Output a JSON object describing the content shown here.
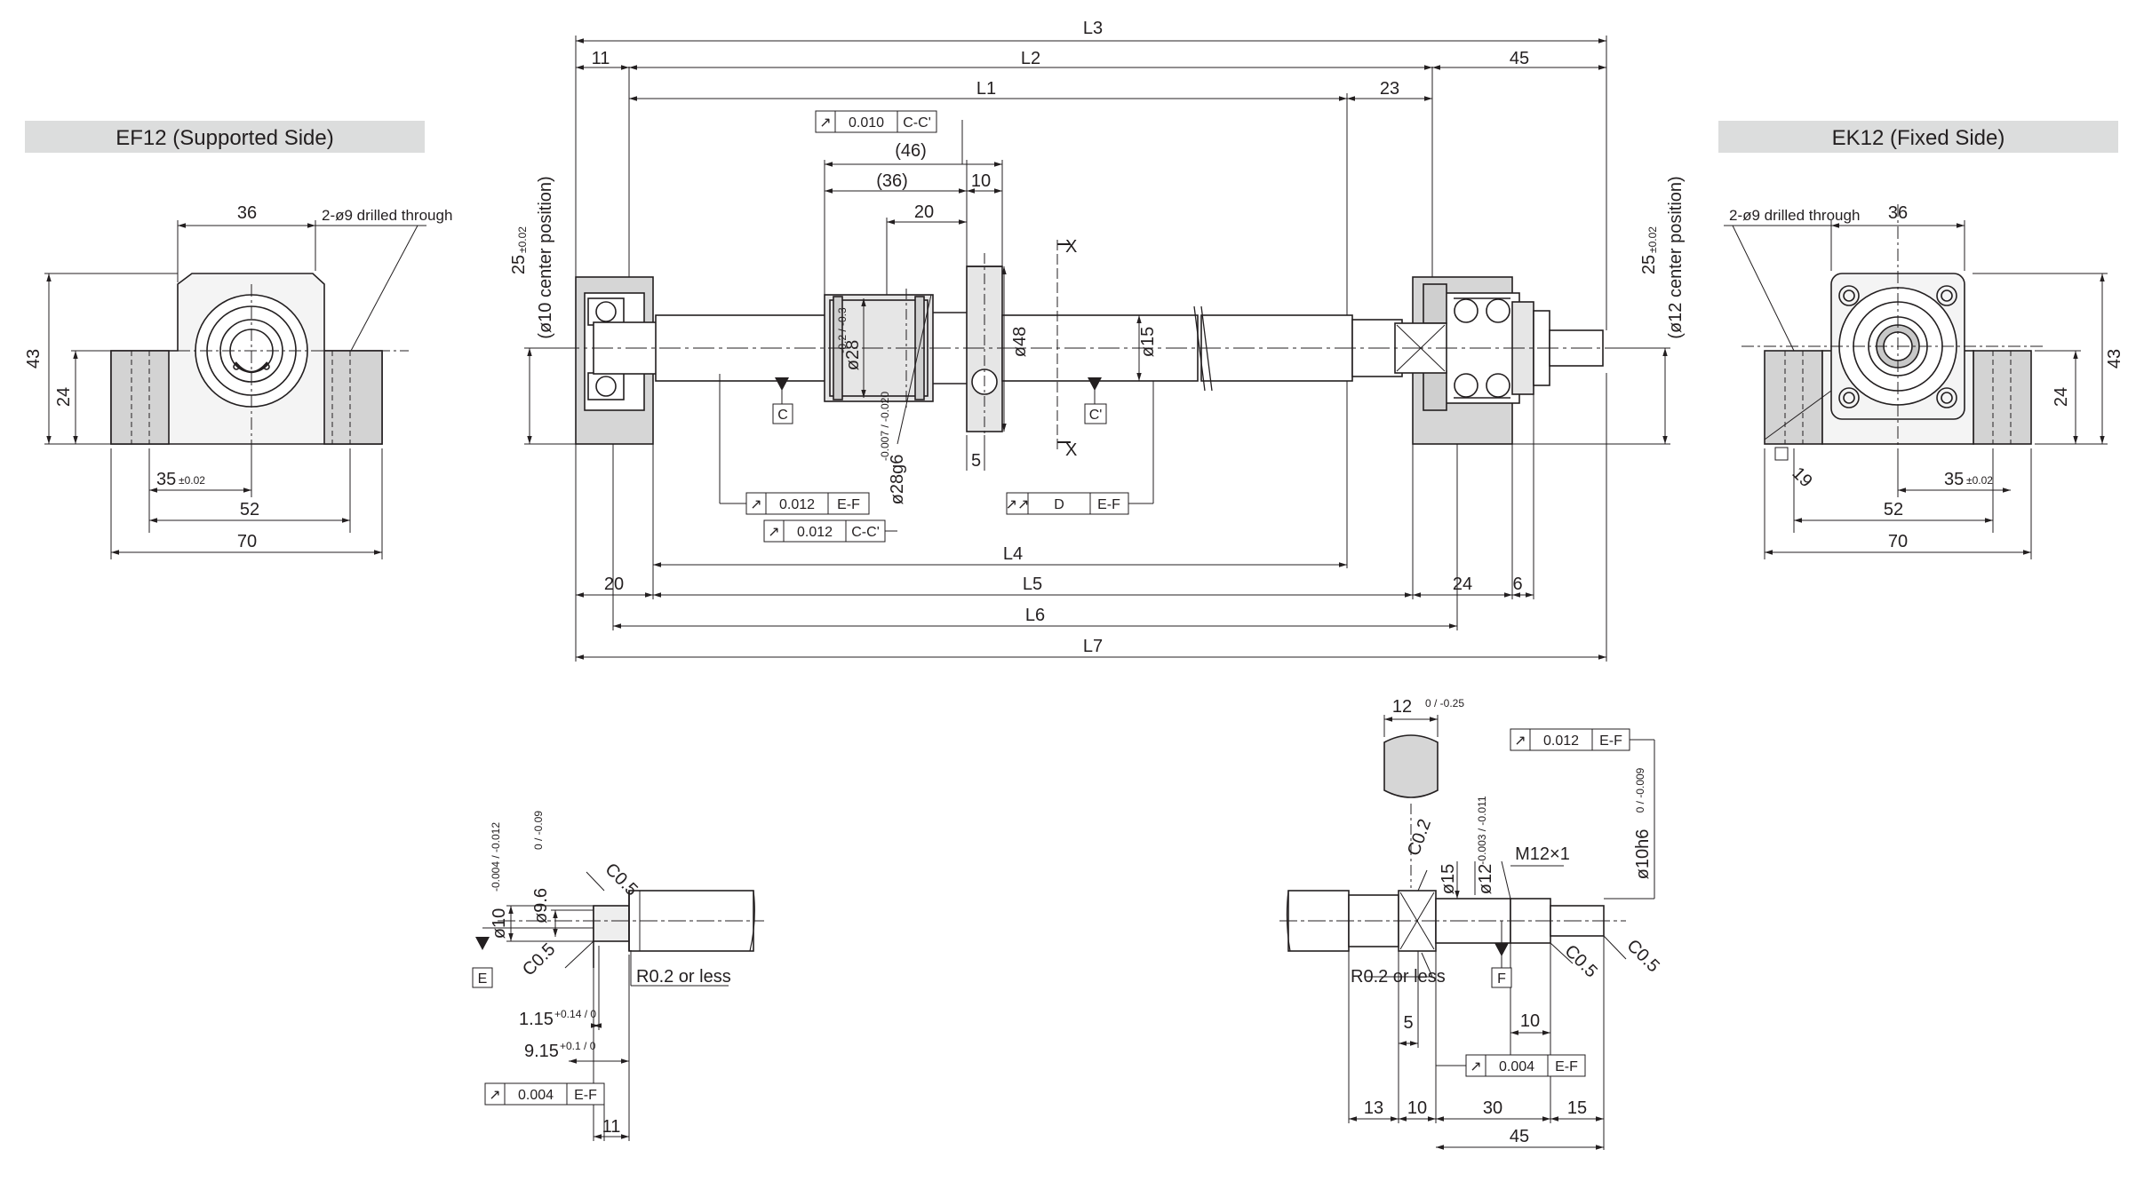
{
  "titles": {
    "left": "EF12 (Supported Side)",
    "right": "EK12 (Fixed Side)"
  },
  "ef12": {
    "d36": "36",
    "hole_note": "2-ø9 drilled through",
    "h43": "43",
    "h24": "24",
    "d35": "35",
    "d35_tol": "±0.02",
    "d52": "52",
    "d70": "70"
  },
  "ek12": {
    "d36": "36",
    "hole_note": "2-ø9 drilled through",
    "h43": "43",
    "h24": "24",
    "d35": "35",
    "d35_tol": "±0.02",
    "d52": "52",
    "d70": "70",
    "sq19": "19"
  },
  "main": {
    "L3": "L3",
    "L2": "L2",
    "L1": "L1",
    "L4": "L4",
    "L5": "L5",
    "L6": "L6",
    "L7": "L7",
    "d11": "11",
    "d45": "45",
    "d23": "23",
    "d46": "(46)",
    "d36p": "(36)",
    "d10": "10",
    "d20top": "20",
    "d5": "5",
    "d20": "20",
    "d24": "24",
    "d6": "6",
    "dia28": "ø28",
    "dia28_tol": "-0.2 / -0.3",
    "dia28g6": "ø28g6",
    "dia28g6_tol": "-0.007 / -0.020",
    "dia48": "ø48",
    "dia15": "ø15",
    "x_top": "X",
    "x_bot": "X",
    "c_label": "C",
    "cp_label": "C'",
    "left_height": "25",
    "left_height_tol": "±0.02",
    "left_center": "(ø10 center position)",
    "right_height": "25",
    "right_height_tol": "±0.02",
    "right_center": "(ø12 center position)",
    "tol_top_sym": "↗",
    "tol_top_val": "0.010",
    "tol_top_ref": "C-C'",
    "tol_ef_sym": "↗",
    "tol_ef_val": "0.012",
    "tol_ef_ref": "E-F",
    "tol_cc_sym": "↗",
    "tol_cc_val": "0.012",
    "tol_cc_ref": "C-C'",
    "tol_d_sym": "↗↗",
    "tol_d_val": "D",
    "tol_d_ref": "E-F"
  },
  "detail_left": {
    "dia10": "ø10",
    "dia10_tol": "-0.004 / -0.012",
    "dia9_6": "ø9.6",
    "dia9_6_tol": "0 / -0.09",
    "c05_top": "C0.5",
    "c05_bot": "C0.5",
    "e_label": "E",
    "r02": "R0.2 or less",
    "d1_15": "1.15",
    "d1_15_tol": "+0.14 / 0",
    "d9_15": "9.15",
    "d9_15_tol": "+0.1 / 0",
    "tol_sym": "↗",
    "tol_val": "0.004",
    "tol_ref": "E-F",
    "d11": "11"
  },
  "detail_right": {
    "d12": "12",
    "d12_tol": "0 / -0.25",
    "tol_top_sym": "↗",
    "tol_top_val": "0.012",
    "tol_top_ref": "E-F",
    "c02": "C0.2",
    "dia15": "ø15",
    "dia12": "ø12",
    "dia12_tol": "-0.003 / -0.011",
    "m12": "M12×1",
    "dia10h6": "ø10h6",
    "dia10h6_tol": "0 / -0.009",
    "r02": "R0.2 or less",
    "f_label": "F",
    "c05_a": "C0.5",
    "c05_b": "C0.5",
    "d5": "5",
    "d10": "10",
    "tol_sym": "↗",
    "tol_val": "0.004",
    "tol_ref": "E-F",
    "d13": "13",
    "d10b": "10",
    "d30": "30",
    "d15": "15",
    "d45": "45"
  }
}
